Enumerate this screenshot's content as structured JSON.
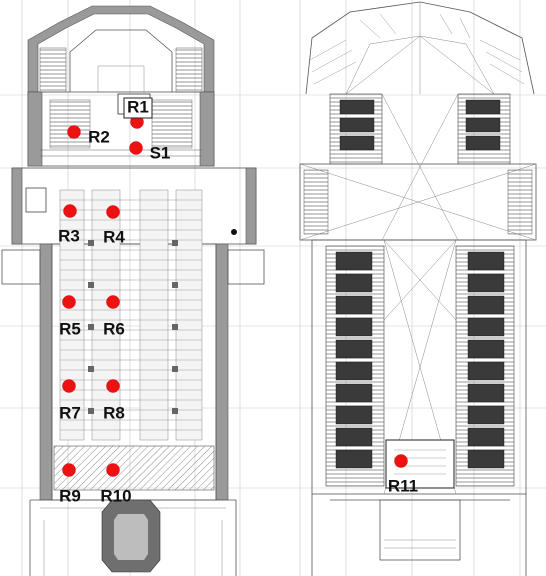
{
  "marker_color": "#ee1111",
  "label_color": "#111111",
  "left_plan": {
    "markers": [
      {
        "label": "R1"
      },
      {
        "label": "R2"
      },
      {
        "label": "S1"
      },
      {
        "label": "R3"
      },
      {
        "label": "R4"
      },
      {
        "label": "R5"
      },
      {
        "label": "R6"
      },
      {
        "label": "R7"
      },
      {
        "label": "R8"
      },
      {
        "label": "R9"
      },
      {
        "label": "R10"
      }
    ]
  },
  "right_plan": {
    "markers": [
      {
        "label": "R11"
      }
    ]
  }
}
